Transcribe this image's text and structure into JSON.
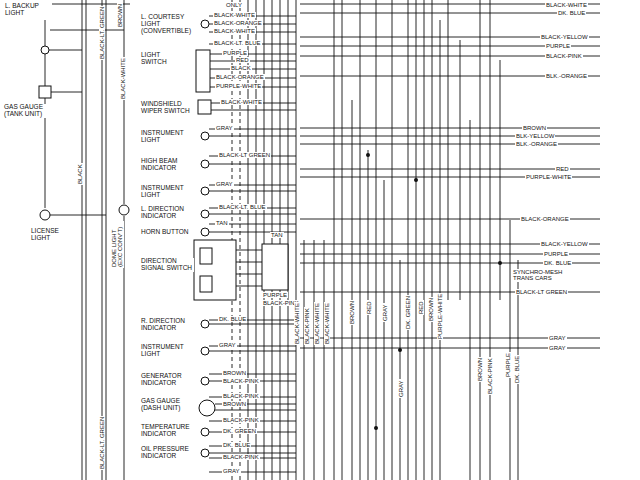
{
  "diagram": {
    "labels": [
      "L. BACKUP LIGHT",
      "GAS GAUGE (TANK UNIT)",
      "LICENSE LIGHT",
      "BLACK",
      "BLACK-LT. GREEN",
      "BLACK-WHITE",
      "DOME LIGHT (EXC CONV'T)",
      "BLACK-LT. GREEN",
      "BROWN",
      "ONLY",
      "L. COURTESY LIGHT (CONVERTIBLE)",
      "LIGHT SWITCH",
      "WINDSHIELD WIPER SWITCH",
      "INSTRUMENT LIGHT",
      "HIGH BEAM INDICATOR",
      "INSTRUMENT LIGHT",
      "L. DIRECTION INDICATOR",
      "HORN BUTTON",
      "DIRECTION SIGNAL SWITCH",
      "R. DIRECTION INDICATOR",
      "INSTRUMENT LIGHT",
      "GENERATOR INDICATOR",
      "GAS GAUGE (DASH UNIT)",
      "TEMPERATURE INDICATOR",
      "OIL PRESSURE INDICATOR",
      "BLACK-WHITE",
      "BLACK-ORANGE",
      "BLACK-WHITE",
      "BLACK-LT. BLUE",
      "PURPLE",
      "RED",
      "BLACK",
      "BLACK-ORANGE",
      "PURPLE-WHITE",
      "BLACK-WHITE",
      "GRAY",
      "BLACK-LT GREEN",
      "GRAY",
      "BLACK-LT. BLUE",
      "TAN",
      "TAN",
      "PURPLE",
      "BLACK-PINK",
      "DK. BLUE",
      "GRAY",
      "BROWN",
      "BLACK-PINK",
      "BLACK-PINK",
      "BROWN",
      "BLACK-PINK",
      "DK. GREEN",
      "DK. BLUE",
      "BLACK-PINK",
      "GRAY",
      "BLACK-WHITE",
      "BLACK-PINK",
      "BLACK-WHITE",
      "BLACK-WHITE",
      "BROWN",
      "RED",
      "GRAY",
      "DK. GREEN",
      "RED",
      "BROWN",
      "PURPLE-WHITE",
      "GRAY",
      "BROWN",
      "BLACK-PINK",
      "PURPLE",
      "DK. BLUE",
      "BLACK-WHITE",
      "DK. BLUE",
      "BLACK-YELLOW",
      "PURPLE",
      "BLACK-PINK",
      "BLK.-ORANGE",
      "BROWN",
      "BLK-YELLOW",
      "BLK.-ORANGE",
      "RED",
      "PURPLE-WHITE",
      "BLACK-ORANGE",
      "BLACK-YELLOW",
      "PURPLE",
      "DK. BLUE",
      "SYNCHRO-MESH TRANS CARS",
      "BLACK-LT GREEN",
      "GRAY",
      "GRAY"
    ]
  }
}
